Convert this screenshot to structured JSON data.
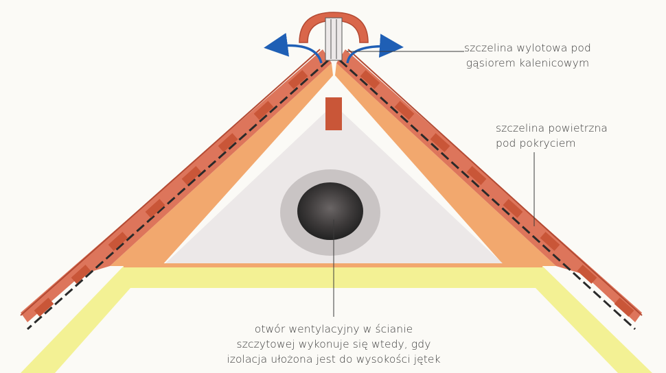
{
  "labels": {
    "outlet_gap": {
      "line1": "szczelina wylotowa pod",
      "line2": "gąsiorem kalenicowym"
    },
    "air_gap": {
      "line1": "szczelina powietrzna",
      "line2": "pod pokryciem"
    },
    "vent_hole": {
      "line1": "otwór wentylacyjny w ścianie",
      "line2": "szczytowej wykonuje się wtedy, gdy",
      "line3": "izolacja ułożona jest do wysokości jętek"
    }
  },
  "colors": {
    "tile": "#d9664a",
    "tile_dark": "#b34a33",
    "rafter": "#f2a86e",
    "gable_wall": "#ece8e8",
    "insulation": "#f2ef8a",
    "vent_hole": "#3d3a3a",
    "vent_ring": "#c9c4c4",
    "arrow": "#1f5fb5",
    "leader_line": "#3a3a3a"
  }
}
